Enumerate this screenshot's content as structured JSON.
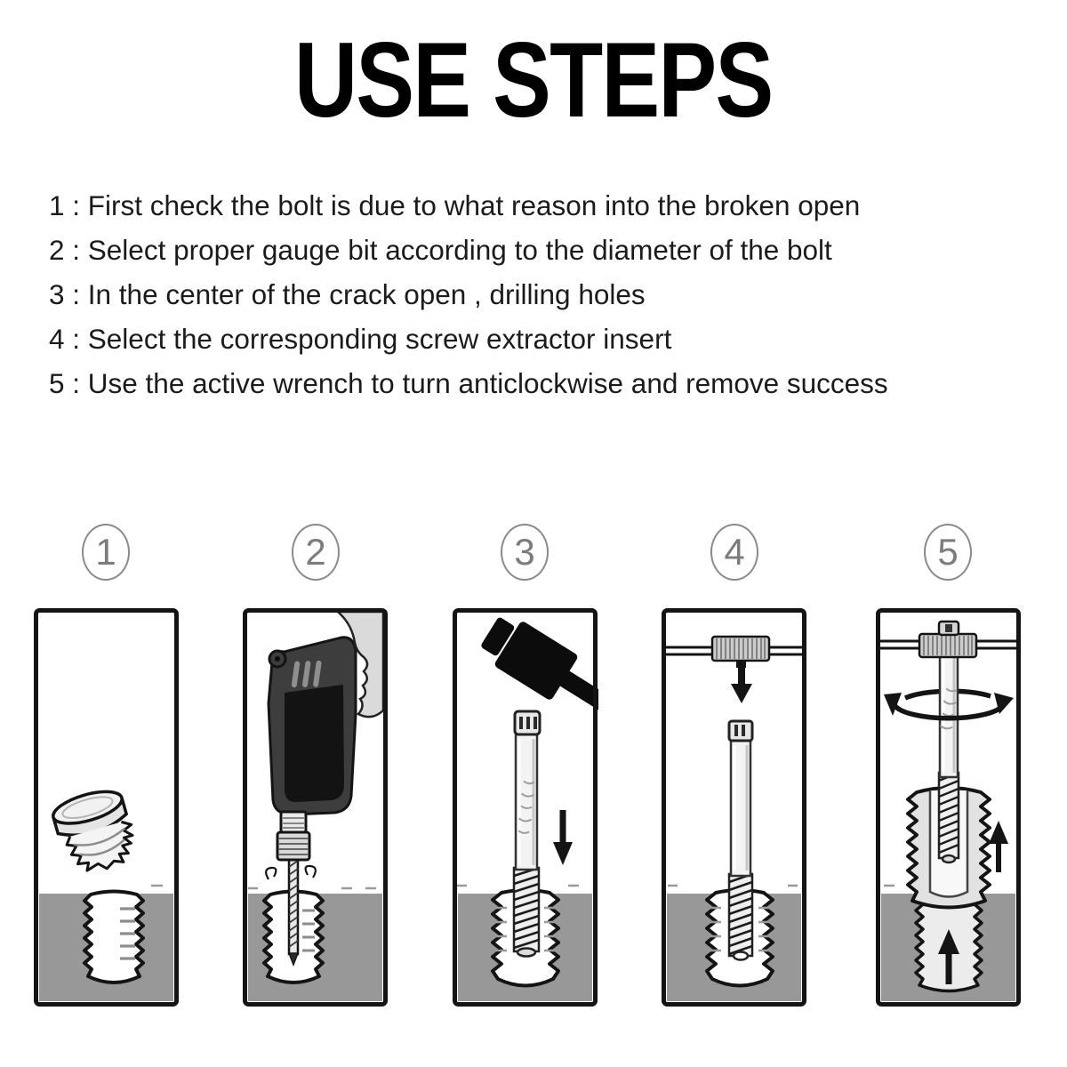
{
  "title": "USE STEPS",
  "colors": {
    "ink": "#141414",
    "base_gray": "#989898",
    "circle_gray": "#8a8a8a",
    "text": "#1b1b1b"
  },
  "steps": [
    {
      "num": "1",
      "label": "1 : First check the bolt is due to what reason into the broken open",
      "icon": "broken-bolt-above-threaded-hole"
    },
    {
      "num": "2",
      "label": "2 : Select proper gauge bit according to the diameter of the bolt",
      "icon": "electric-drill-drilling-center-hole"
    },
    {
      "num": "3",
      "label": "3 : In the center of the crack open , drilling holes",
      "icon": "mallet-tapping-screw-extractor"
    },
    {
      "num": "4",
      "label": "4 : Select the corresponding screw extractor insert",
      "icon": "t-wrench-pressing-extractor-insert"
    },
    {
      "num": "5",
      "label": "5 : Use the active wrench to turn anticlockwise and remove success",
      "icon": "t-wrench-turning-anticlockwise-bolt-removed"
    }
  ]
}
